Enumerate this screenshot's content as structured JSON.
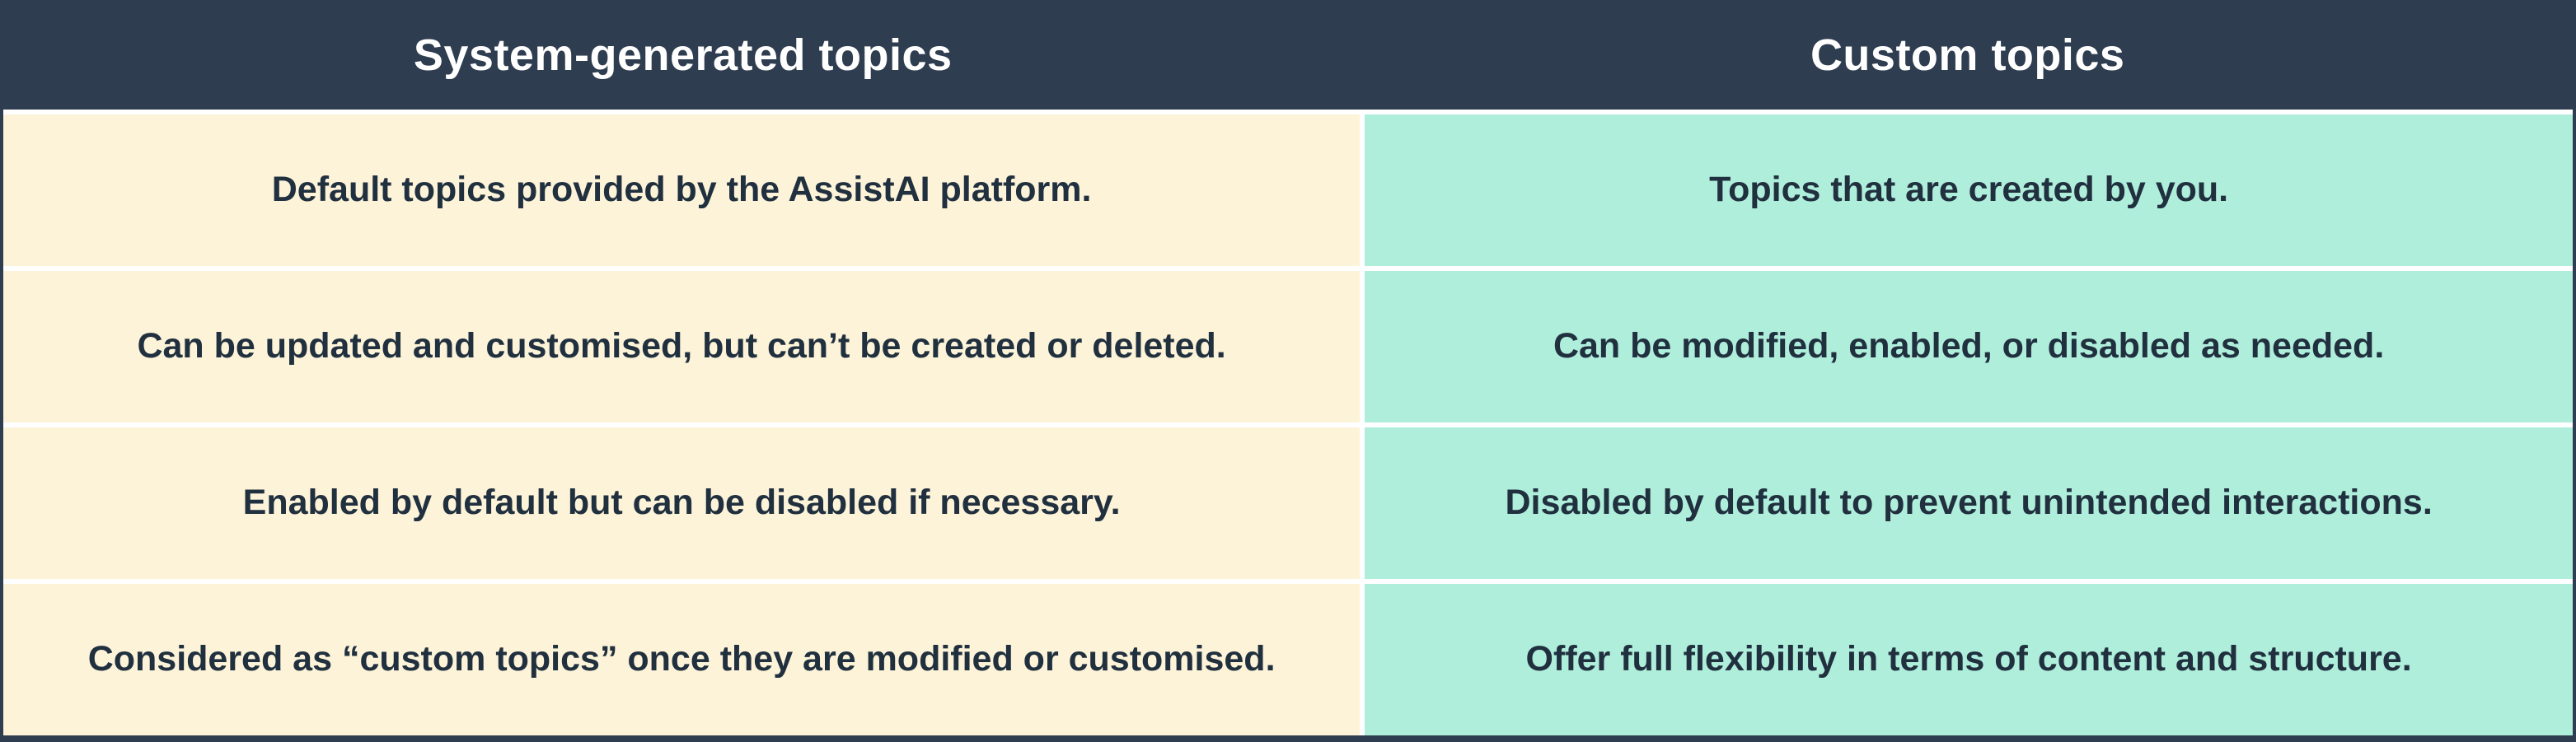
{
  "header": {
    "left": "System-generated topics",
    "right": "Custom topics"
  },
  "rows": [
    {
      "left": "Default topics provided by the AssistAI platform.",
      "right": "Topics that are created by you."
    },
    {
      "left": "Can be updated and customised, but can’t be created or deleted.",
      "right": "Can be modified, enabled, or disabled as needed."
    },
    {
      "left": "Enabled by default but can be disabled if necessary.",
      "right": "Disabled by default to prevent unintended interactions."
    },
    {
      "left": "Considered as “custom topics” once they are modified or customised.",
      "right": "Offer full flexibility in terms of content and structure."
    }
  ],
  "colors": {
    "header_bg": "#2E3D4F",
    "left_cell_bg": "#FCF3D8",
    "right_cell_bg": "#AFEEDB",
    "header_text": "#FFFFFF",
    "cell_text": "#21303F"
  }
}
